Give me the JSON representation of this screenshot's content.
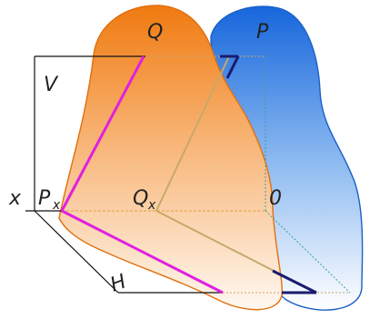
{
  "labels": {
    "Q": "Q",
    "P": "P",
    "V": "V",
    "x": "x",
    "Px_main": "P",
    "Px_sub": "x",
    "Qx_main": "Q",
    "Qx_sub": "x",
    "O": "0",
    "H": "H"
  },
  "colors": {
    "magenta": "#e020e0",
    "navy": "#1a1a6e",
    "orange_top": "#f07f14",
    "orange_bottom": "#fff6ee",
    "blue_top": "#1a6fe0",
    "blue_bottom": "#ffffff",
    "tan": "#c8a86a",
    "teal_dashed": "#3aa0a0",
    "orange_dashed": "#e0a040"
  }
}
